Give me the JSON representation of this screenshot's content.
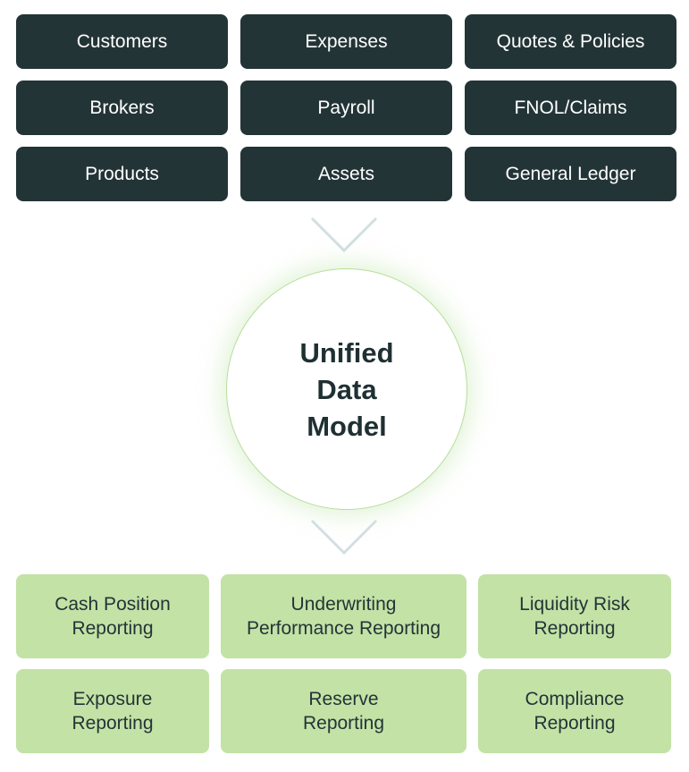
{
  "sources": [
    "Customers",
    "Expenses",
    "Quotes & Policies",
    "Brokers",
    "Payroll",
    "FNOL/Claims",
    "Products",
    "Assets",
    "General Ledger"
  ],
  "hub": {
    "lines": [
      "Unified",
      "Data",
      "Model"
    ]
  },
  "outputs": [
    [
      "Cash Position",
      "Reporting"
    ],
    [
      "Underwriting",
      "Performance Reporting"
    ],
    [
      "Liquidity Risk",
      "Reporting"
    ],
    [
      "Exposure",
      "Reporting"
    ],
    [
      "Reserve",
      "Reporting"
    ],
    [
      "Compliance",
      "Reporting"
    ]
  ],
  "colors": {
    "source_box": "#233437",
    "output_box": "#c3e2a6",
    "chevron": "#d3dfe2",
    "hub_border": "#b8dd9d"
  },
  "icons": {
    "arrow_top": "chevron-down-icon",
    "arrow_bottom": "chevron-down-icon"
  }
}
